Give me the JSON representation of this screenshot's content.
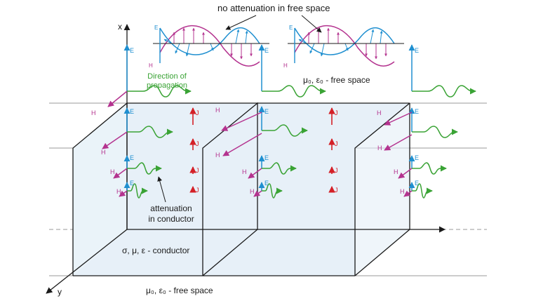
{
  "labels": {
    "x_axis": "x",
    "y_axis": "y",
    "no_attenuation": "no attenuation in free space",
    "direction": "Direction of",
    "propagation": "propagation",
    "attenuation1": "attenuation",
    "attenuation2": "in conductor",
    "free_space_top": "μ₀, ε₀ - free space",
    "free_space_bottom": "μ₀, ε₀ - free space",
    "conductor": "σ, μ, ε - conductor",
    "E": "E",
    "H": "H",
    "J": "J"
  },
  "colors": {
    "electric_field": "#1f8fd0",
    "magnetic_field": "#b4338f",
    "current": "#d42027",
    "wave": "#3aa335",
    "conductor_fill": "#eaf3f9",
    "line": "#1a1a1a",
    "guide": "#9a9a9a"
  }
}
